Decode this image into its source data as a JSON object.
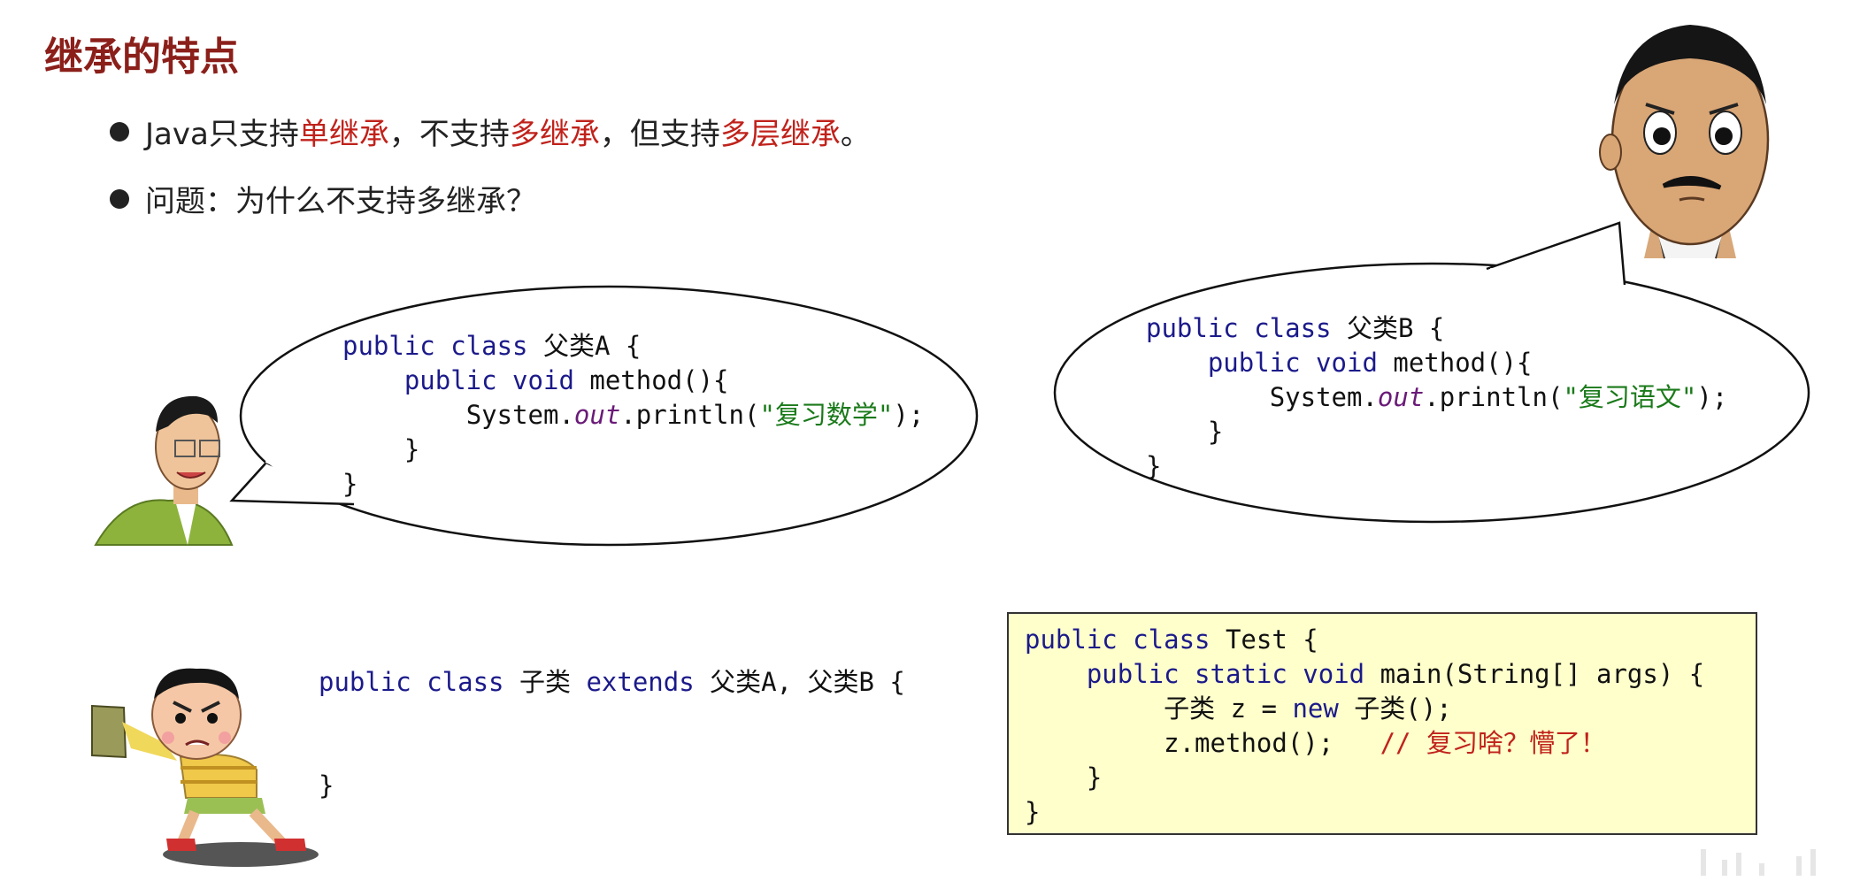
{
  "title": "继承的特点",
  "bullets": {
    "b1": {
      "p1": "Java只支持",
      "r1": "单继承",
      "p2": "，不支持",
      "r2": "多继承",
      "p3": "，但支持",
      "r3": "多层继承",
      "p4": "。"
    },
    "b2": "问题：为什么不支持多继承？"
  },
  "classA": {
    "l1_kw": "public class",
    "l1_name": " 父类A {",
    "l2_kw": "public void",
    "l2_rest": " method(){",
    "l3_a": "System.",
    "l3_out": "out",
    "l3_b": ".println(",
    "l3_str": "\"复习数学\"",
    "l3_c": ");",
    "l4": "}",
    "l5": "}"
  },
  "classB": {
    "l1_kw": "public class",
    "l1_name": " 父类B {",
    "l2_kw": "public void",
    "l2_rest": " method(){",
    "l3_a": "System.",
    "l3_out": "out",
    "l3_b": ".println(",
    "l3_str": "\"复习语文\"",
    "l3_c": ");",
    "l4": "}",
    "l5": "}"
  },
  "child": {
    "kw1": "public class",
    "name": " 子类 ",
    "kw2": "extends",
    "rest": " 父类A, 父类B {",
    "close": "}"
  },
  "test": {
    "l1_kw": "public class",
    "l1_rest": " Test {",
    "l2_kw": "public static void",
    "l2_rest": " main(String[] args) {",
    "l3_a": "子类 z = ",
    "l3_kw": "new",
    "l3_b": " 子类();",
    "l4_a": "z.method();",
    "l4_cmt": "// 复习啥？懵了！",
    "l5": "}",
    "l6": "}"
  }
}
